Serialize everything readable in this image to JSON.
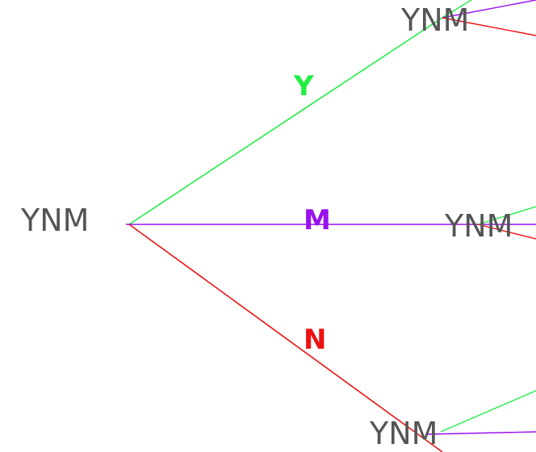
{
  "colors": {
    "y": "#22ee44",
    "m": "#9911ee",
    "n": "#ee1111",
    "node_text": "#555555",
    "background": "#ffffff"
  },
  "tree": {
    "root_label": "YNM",
    "branch_labels": {
      "y": "Y",
      "m": "M",
      "n": "N"
    },
    "child_labels": {
      "top": "YNM",
      "middle": "YNM",
      "bottom": "YNM"
    }
  }
}
